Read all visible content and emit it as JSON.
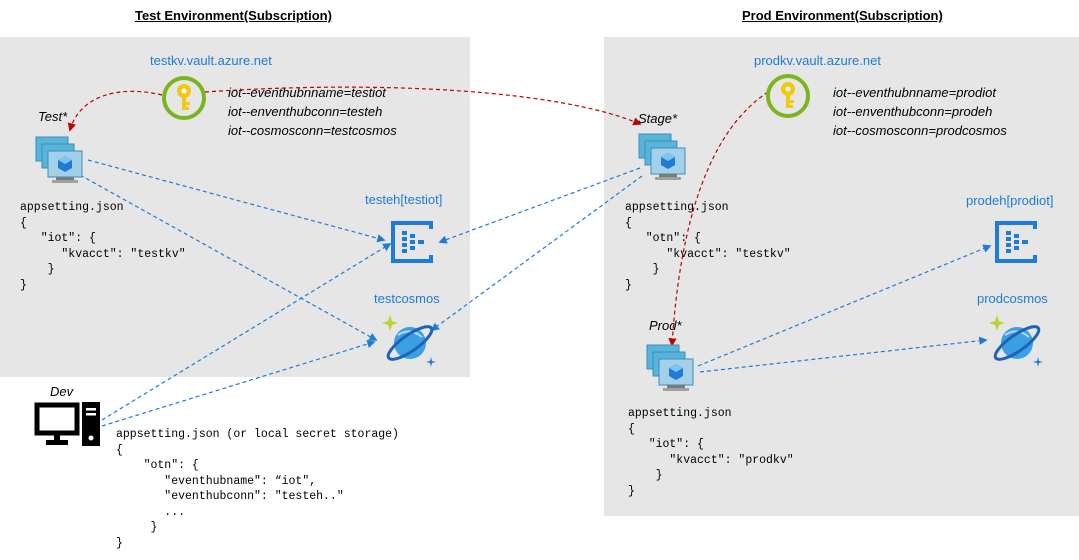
{
  "environments": {
    "test": {
      "title": "Test Environment(Subscription)",
      "keyvault": "testkv.vault.azure.net",
      "secrets": [
        "iot--eventhubnname=testiot",
        "iot--enventhubconn=testeh",
        "iot--cosmosconn=testcosmos"
      ],
      "vm_label": "Test*",
      "appsetting": [
        "appsetting.json",
        "{",
        "   \"iot\": {",
        "      \"kvacct\": \"testkv\"",
        "    }",
        "}"
      ],
      "eventhub": "testeh[testiot]",
      "cosmos": "testcosmos"
    },
    "prod": {
      "title": "Prod Environment(Subscription)",
      "keyvault": "prodkv.vault.azure.net",
      "secrets": [
        "iot--eventhubnname=prodiot",
        "iot--enventhubconn=prodeh",
        "iot--cosmosconn=prodcosmos"
      ],
      "stage_label": "Stage*",
      "stage_appsetting": [
        "appsetting.json",
        "{",
        "   \"otn\": {",
        "      \"kvacct\": \"testkv\"",
        "    }",
        "}"
      ],
      "prod_label": "Prod*",
      "prod_appsetting": [
        "appsetting.json",
        "{",
        "   \"iot\": {",
        "      \"kvacct\": \"prodkv\"",
        "    }",
        "}"
      ],
      "eventhub": "prodeh[prodiot]",
      "cosmos": "prodcosmos"
    }
  },
  "dev": {
    "label": "Dev",
    "appsetting": [
      "appsetting.json (or local secret storage)",
      "{",
      "    \"otn\": {",
      "       \"eventhubname\": “iot\",",
      "       \"eventhubconn\": \"testeh..\"",
      "       ...",
      "     }",
      "}"
    ]
  },
  "colors": {
    "panel": "#e6e6e6",
    "link_blue": "#1e7bd6",
    "arrow_red": "#c00000",
    "key_green": "#7ab51d",
    "key_yellow": "#f2c811"
  },
  "icons": [
    "key-vault-icon",
    "virtual-machine-icon",
    "event-hub-icon",
    "cosmos-db-icon",
    "desktop-computer-icon"
  ]
}
